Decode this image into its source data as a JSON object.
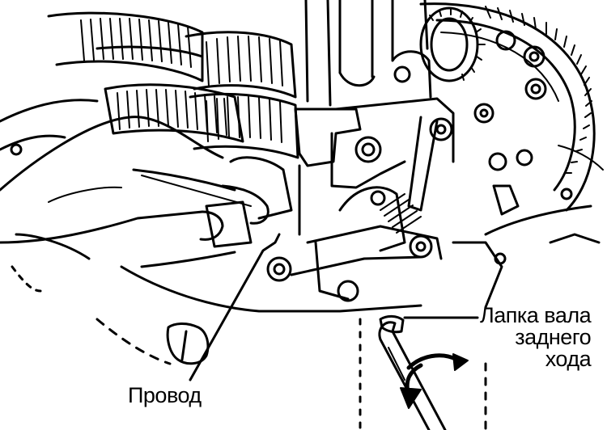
{
  "figure": {
    "callouts": {
      "wire": "Провод",
      "reverse_shaft_tab": {
        "line1": "Лапка вала",
        "line2": "заднего",
        "line3": "хода"
      }
    },
    "colors": {
      "ink": "#000000",
      "paper": "#ffffff"
    }
  }
}
